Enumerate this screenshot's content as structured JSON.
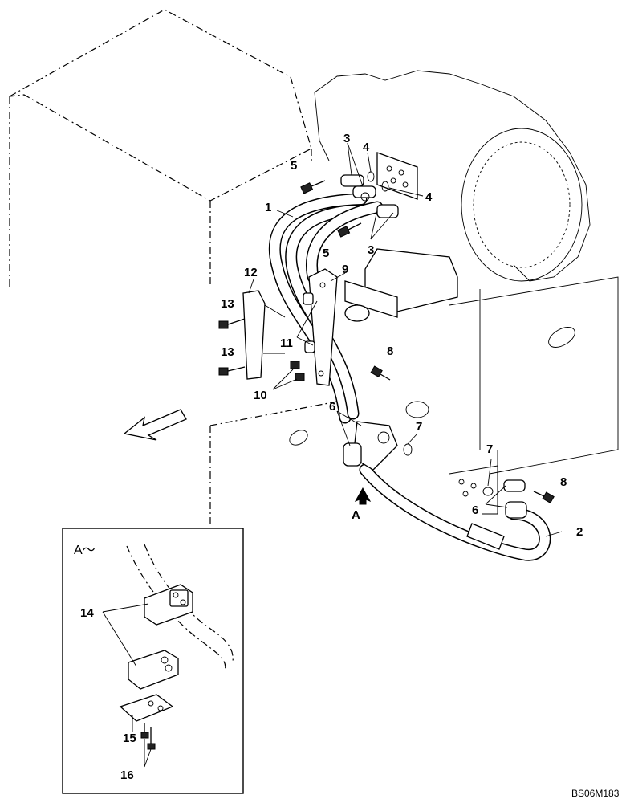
{
  "callouts": {
    "p1": "1",
    "p2": "2",
    "p3a": "3",
    "p3b": "3",
    "p4a": "4",
    "p4b": "4",
    "p5a": "5",
    "p5b": "5",
    "p6a": "6",
    "p6b": "6",
    "p7a": "7",
    "p7b": "7",
    "p8a": "8",
    "p8b": "8",
    "p9": "9",
    "p10": "10",
    "p11": "11",
    "p12": "12",
    "p13a": "13",
    "p13b": "13",
    "p14": "14",
    "p15": "15",
    "p16": "16"
  },
  "view_marker": "A",
  "detail_title": "A～",
  "drawing_code": "BS06M183"
}
